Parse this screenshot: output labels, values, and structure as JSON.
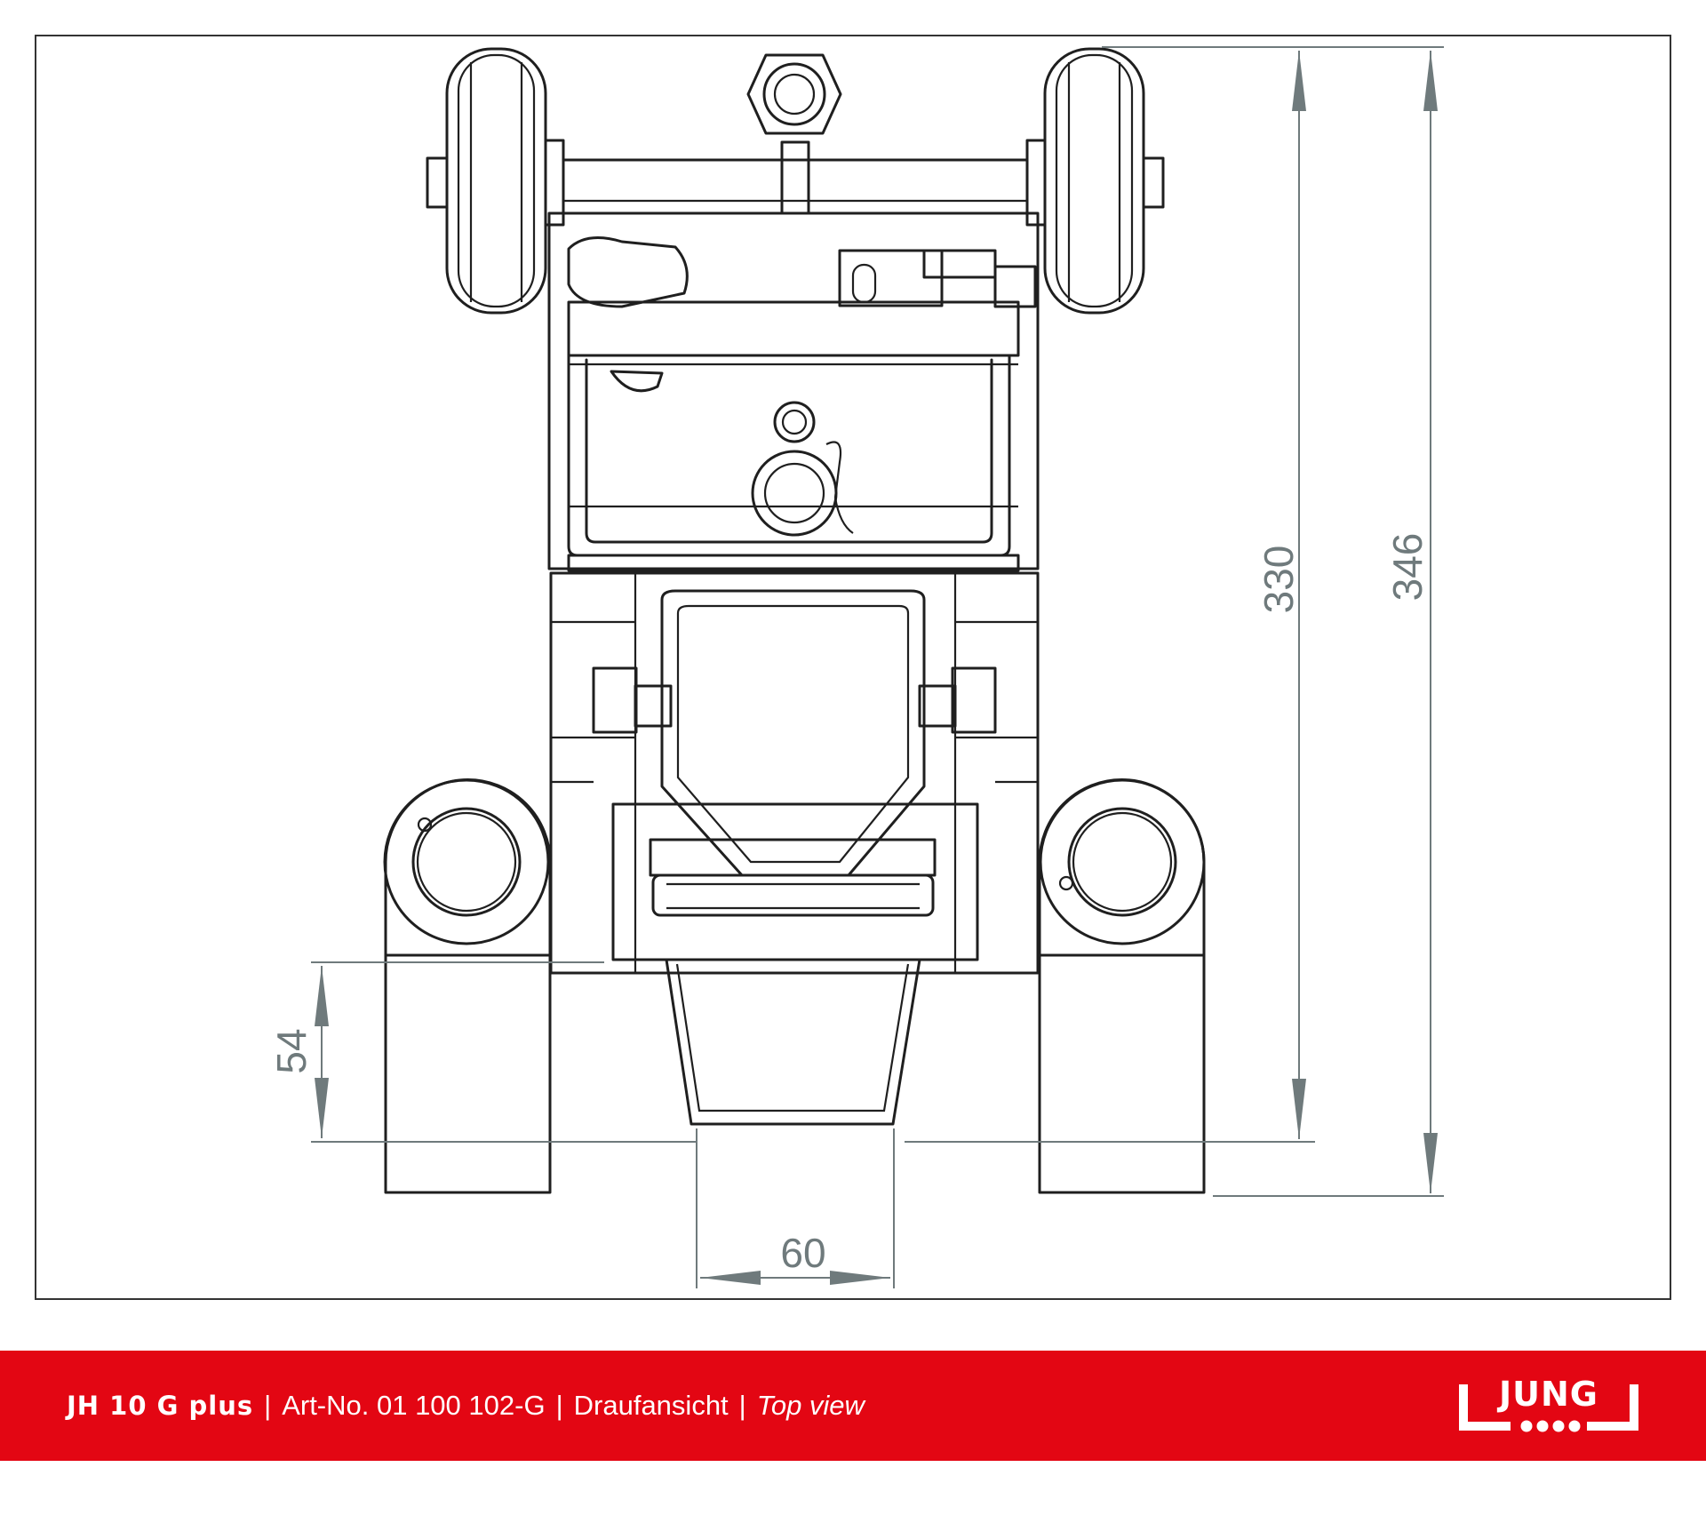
{
  "drawing": {
    "dimensions": [
      {
        "value": "330",
        "orientation": "vertical"
      },
      {
        "value": "346",
        "orientation": "vertical"
      },
      {
        "value": "54",
        "orientation": "vertical"
      },
      {
        "value": "60",
        "orientation": "horizontal"
      }
    ],
    "line_color": "#1f1f1f",
    "dimension_color": "#6f7a7c"
  },
  "footer": {
    "model": "JH 10 G plus",
    "separator": "|",
    "article": "Art-No. 01 100 102-G",
    "view_de": "Draufansicht",
    "view_en": "Top view",
    "background": "#e30613"
  },
  "logo": {
    "text": "JUNG",
    "icon": "jung-logo"
  }
}
